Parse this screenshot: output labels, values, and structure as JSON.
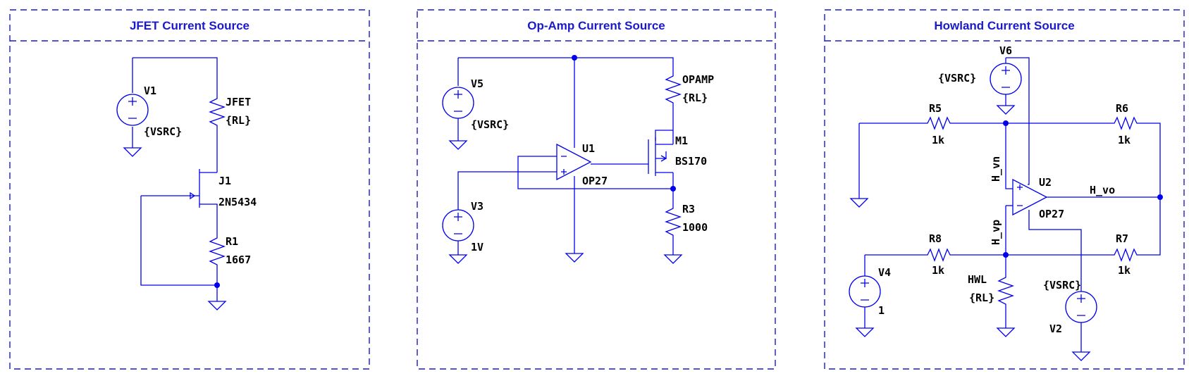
{
  "panels": [
    {
      "title": "JFET Current Source"
    },
    {
      "title": "Op-Amp Current Source"
    },
    {
      "title": "Howland Current Source"
    }
  ],
  "jfet": {
    "v1_name": "V1",
    "v1_value": "{VSRC}",
    "rl_name": "JFET",
    "rl_value": "{RL}",
    "j1_name": "J1",
    "j1_value": "2N5434",
    "r1_name": "R1",
    "r1_value": "1667"
  },
  "opamp": {
    "v5_name": "V5",
    "v5_value": "{VSRC}",
    "rl_name": "OPAMP",
    "rl_value": "{RL}",
    "m1_name": "M1",
    "m1_value": "BS170",
    "u1_name": "U1",
    "u1_value": "OP27",
    "v3_name": "V3",
    "v3_value": "1V",
    "r3_name": "R3",
    "r3_value": "1000"
  },
  "howland": {
    "v6_name": "V6",
    "v6_value": "{VSRC}",
    "r5_name": "R5",
    "r5_value": "1k",
    "r6_name": "R6",
    "r6_value": "1k",
    "u2_name": "U2",
    "u2_value": "OP27",
    "net_vn": "H_vn",
    "net_vp": "H_vp",
    "net_vo": "H_vo",
    "r8_name": "R8",
    "r8_value": "1k",
    "r7_name": "R7",
    "r7_value": "1k",
    "v4_name": "V4",
    "v4_value": "1",
    "hwl_name": "HWL",
    "hwl_value": "{RL}",
    "v2_name": "V2",
    "v2_value": "{VSRC}"
  },
  "colors": {
    "wire": "#0000ee",
    "frame": "#1a1acc",
    "label": "#000000"
  }
}
